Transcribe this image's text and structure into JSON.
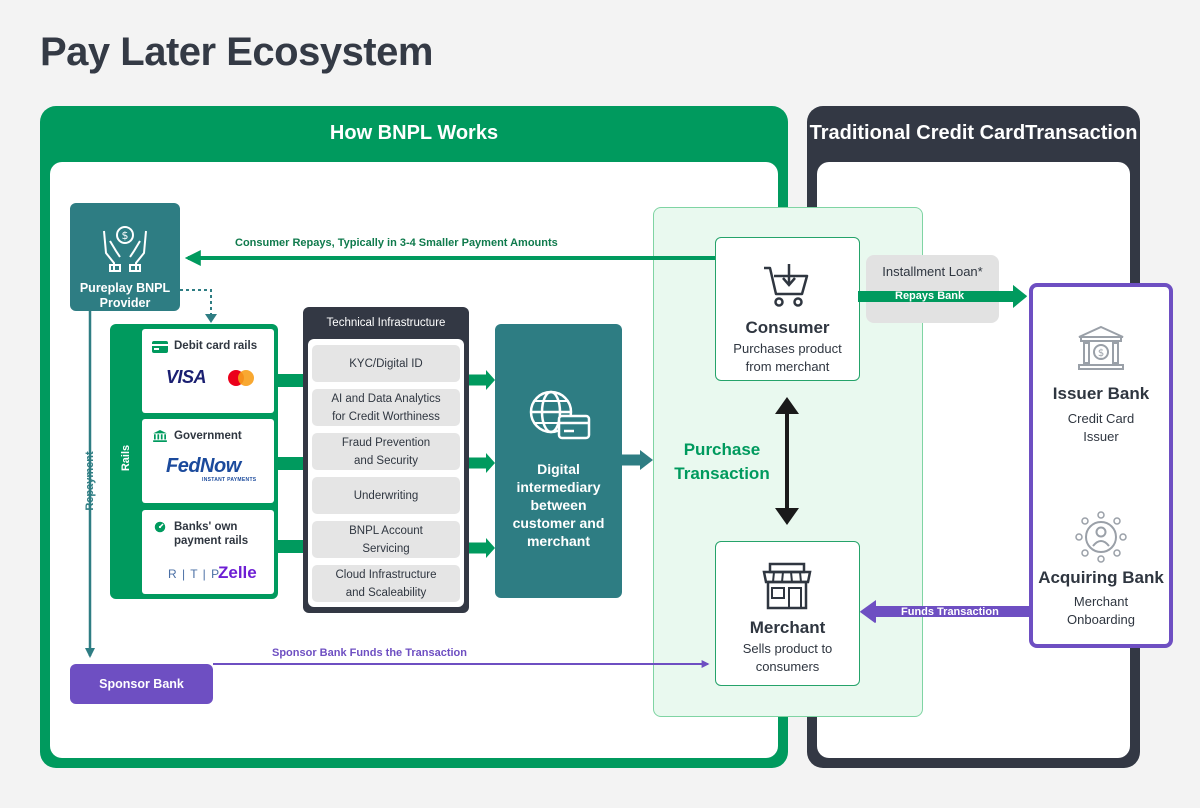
{
  "title": "Pay Later Ecosystem",
  "panels": {
    "bnpl": "How BNPL Works",
    "traditional": "Traditional Credit CardTransaction"
  },
  "nodes": {
    "bnpl_provider": "Pureplay BNPL\nProvider",
    "sponsor_bank": "Sponsor Bank",
    "rails_label": "Rails",
    "repayment_label": "Repayment",
    "rails": [
      {
        "title": "Debit card rails",
        "logos": [
          "VISA",
          "mastercard"
        ]
      },
      {
        "title": "Government",
        "logos": [
          "FedNow",
          "INSTANT PAYMENTS"
        ]
      },
      {
        "title": "Banks' own\npayment rails",
        "logos": [
          "R | T | P",
          "Zelle"
        ]
      }
    ],
    "tech": {
      "header": "Technical Infrastructure",
      "items": [
        "KYC/Digital ID",
        "AI and Data Analytics\nfor Credit Worthiness",
        "Fraud Prevention\nand Security",
        "Underwriting",
        "BNPL Account\nServicing",
        "Cloud Infrastructure\nand Scaleability"
      ]
    },
    "digital": "Digital\nintermediary\nbetween\ncustomer and\nmerchant",
    "purchase": "Purchase\nTransaction",
    "consumer": {
      "title": "Consumer",
      "sub": "Purchases product\nfrom merchant"
    },
    "merchant": {
      "title": "Merchant",
      "sub": "Sells product to\nconsumers"
    },
    "installment": "Installment Loan*",
    "issuer": {
      "title": "Issuer Bank",
      "sub": "Credit Card\nIssuer"
    },
    "acquiring": {
      "title": "Acquiring Bank",
      "sub": "Merchant\nOnboarding"
    }
  },
  "flows": {
    "consumer_repays": "Consumer Repays, Typically in 3-4 Smaller Payment Amounts",
    "repays_bank": "Repays Bank",
    "funds_transaction": "Funds Transaction",
    "sponsor_funds": "Sponsor Bank Funds the Transaction"
  },
  "colors": {
    "green": "#009a5e",
    "teal": "#2e7d83",
    "dark": "#333844",
    "purple": "#6e4fc2",
    "mint": "#e9f9ef"
  }
}
